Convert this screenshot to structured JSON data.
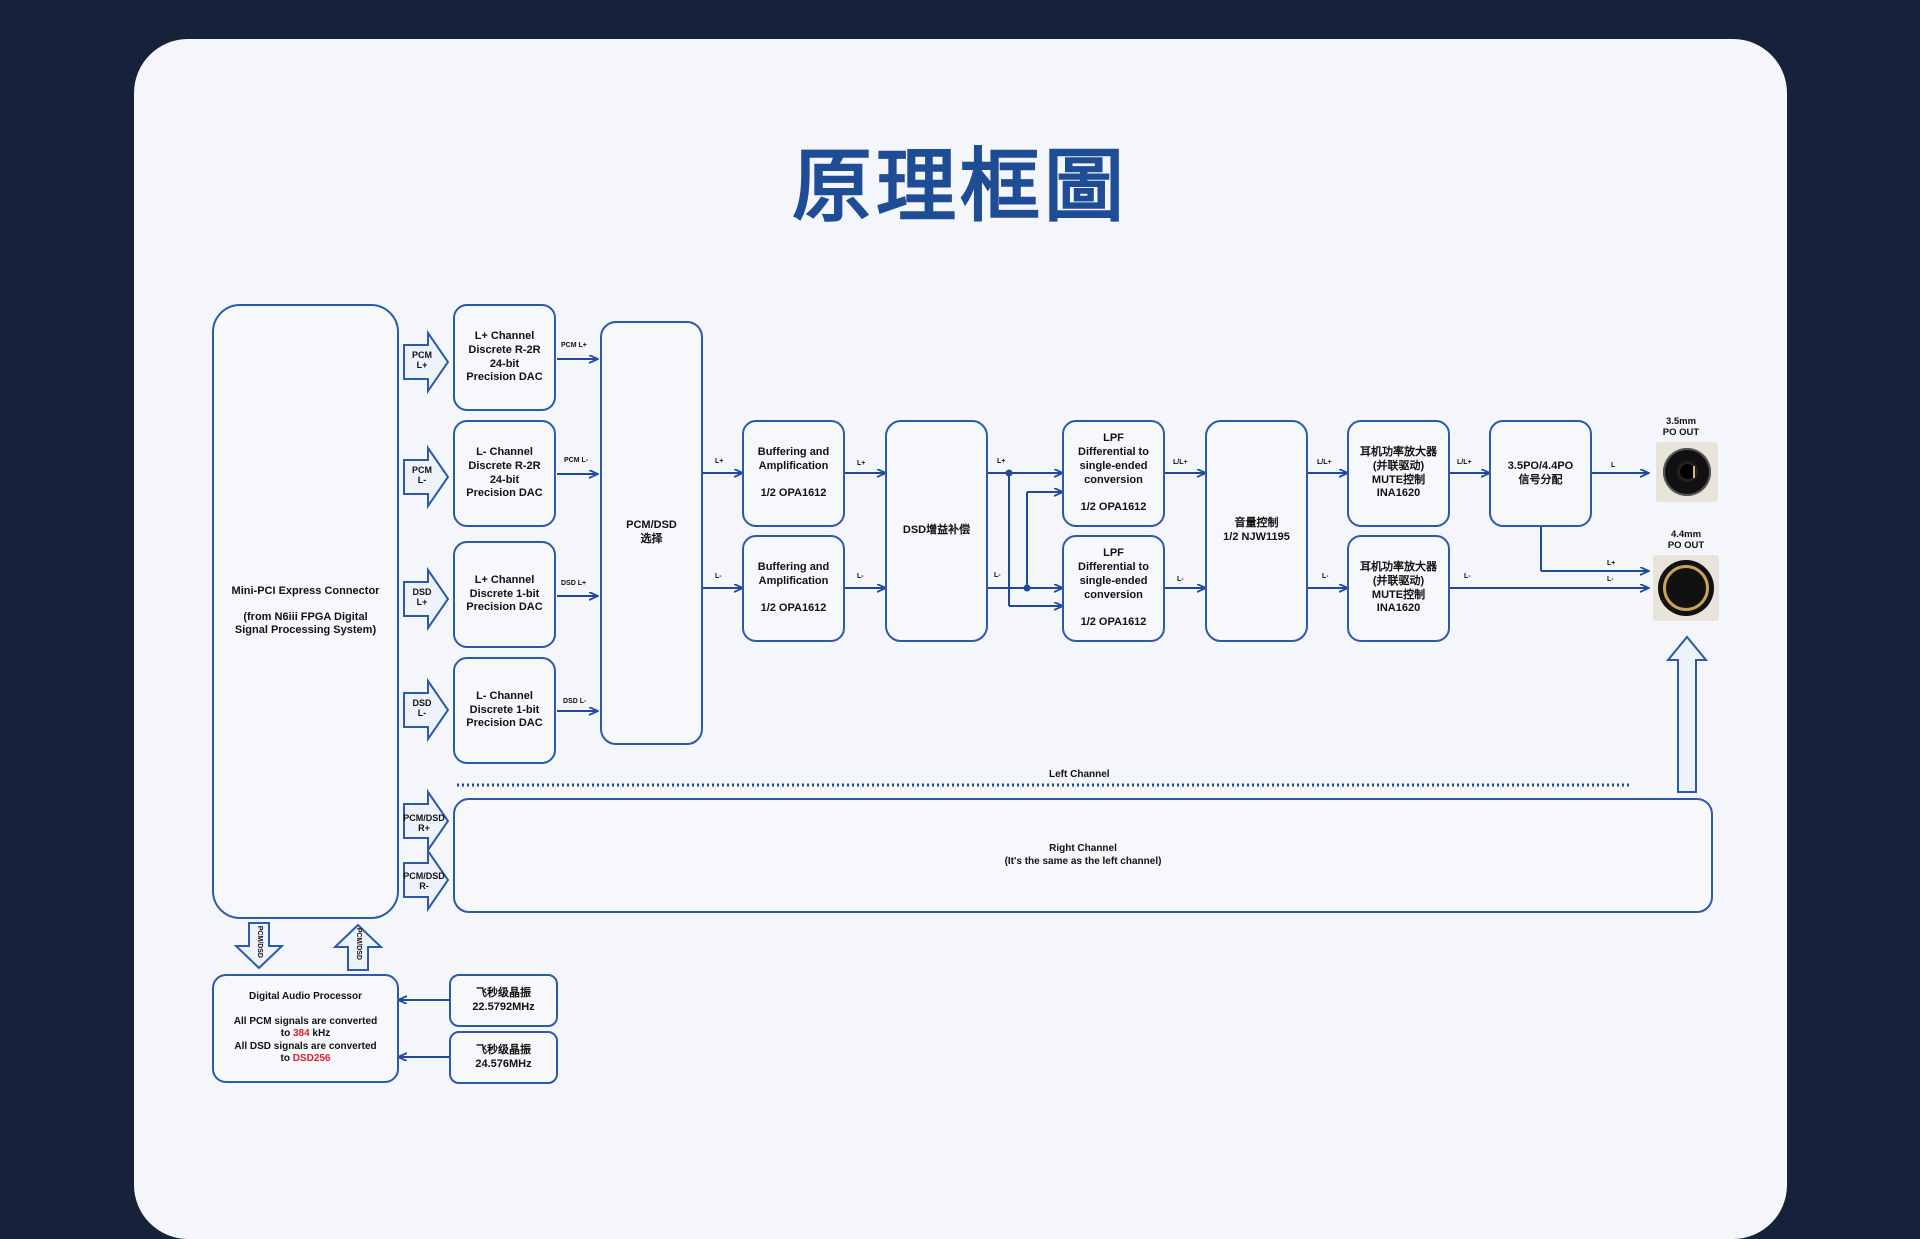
{
  "title": "原理框圖",
  "connector": {
    "title": "Mini-PCI Express Connector",
    "sub": "(from N6iii FPGA Digital\nSignal Processing System)"
  },
  "inputs": [
    "PCM\nL+",
    "PCM\nL-",
    "DSD\nL+",
    "DSD\nL-",
    "PCM/DSD\nR+",
    "PCM/DSD\nR-"
  ],
  "dacs": [
    "L+ Channel\nDiscrete R-2R\n24-bit\nPrecision DAC",
    "L- Channel\nDiscrete R-2R\n24-bit\nPrecision DAC",
    "L+ Channel\nDiscrete 1-bit\nPrecision DAC",
    "L- Channel\nDiscrete 1-bit\nPrecision DAC"
  ],
  "dac_out_labels": [
    "PCM L+",
    "PCM L-",
    "DSD L+",
    "DSD L-"
  ],
  "selector": "PCM/DSD\n选择",
  "buffers": [
    "Buffering and\nAmplification\n\n1/2 OPA1612",
    "Buffering and\nAmplification\n\n1/2 OPA1612"
  ],
  "dsd_gain": "DSD增益补偿",
  "lpf": [
    "LPF\nDifferential to\nsingle-ended\nconversion\n\n1/2 OPA1612",
    "LPF\nDifferential to\nsingle-ended\nconversion\n\n1/2 OPA1612"
  ],
  "volume": "音量控制\n1/2 NJW1195",
  "amps": [
    "耳机功率放大器\n(并联驱动)\nMUTE控制\nINA1620",
    "耳机功率放大器\n(并联驱动)\nMUTE控制\nINA1620"
  ],
  "distribution": "3.5PO/4.4PO\n信号分配",
  "signal_labels": {
    "sel_out_top": "L+",
    "sel_out_bot": "L-",
    "buf_out_top": "L+",
    "buf_out_bot": "L-",
    "gain_out_top": "L+",
    "gain_out_bot": "L-",
    "lpf_out_top": "L/L+",
    "lpf_out_bot": "L-",
    "vol_out_top": "L/L+",
    "vol_out_bot": "L-",
    "amp_out_top": "L/L+",
    "amp_out_bot": "L-",
    "dist_out": "L",
    "jack44_top": "L+",
    "jack44_bot": "L-"
  },
  "jacks": [
    {
      "label": "3.5mm\nPO OUT"
    },
    {
      "label": "4.4mm\nPO OUT"
    }
  ],
  "left_channel": "Left Channel",
  "right_channel": "Right Channel\n(It's the same as the left channel)",
  "bus_labels": [
    "PCM/DSD",
    "PCM/DSD"
  ],
  "processor": {
    "title": "Digital Audio Processor",
    "pcm_pre": "All PCM signals are converted\nto ",
    "pcm_val": "384",
    "pcm_post": " kHz",
    "dsd_pre": "All DSD signals are converted\nto ",
    "dsd_val": "DSD256"
  },
  "clocks": [
    "飞秒级晶振\n22.5792MHz",
    "飞秒级晶振\n24.576MHz"
  ],
  "colors": {
    "line": "#1f4a9c",
    "border": "#2a5aa8",
    "title": "#1f4d95",
    "highlight": "#e0202a",
    "background": "#16213a",
    "card": "#f4f6fb"
  }
}
